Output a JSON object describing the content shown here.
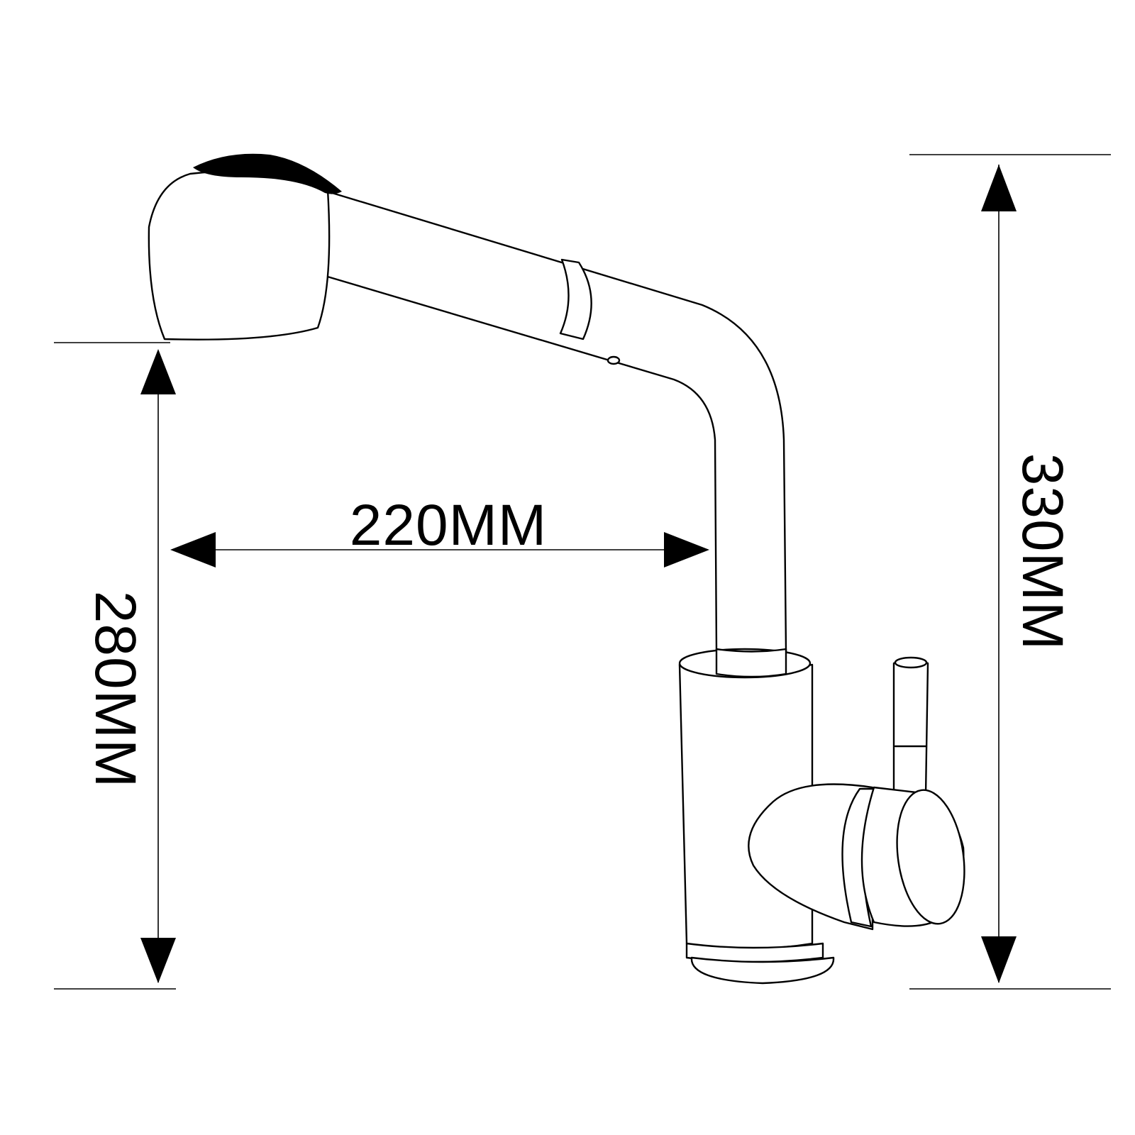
{
  "diagram": {
    "dimensions": {
      "reach": "220MM",
      "spout_height": "280MM",
      "total_height": "330MM"
    },
    "colors": {
      "line": "#000000",
      "background": "#ffffff"
    }
  }
}
